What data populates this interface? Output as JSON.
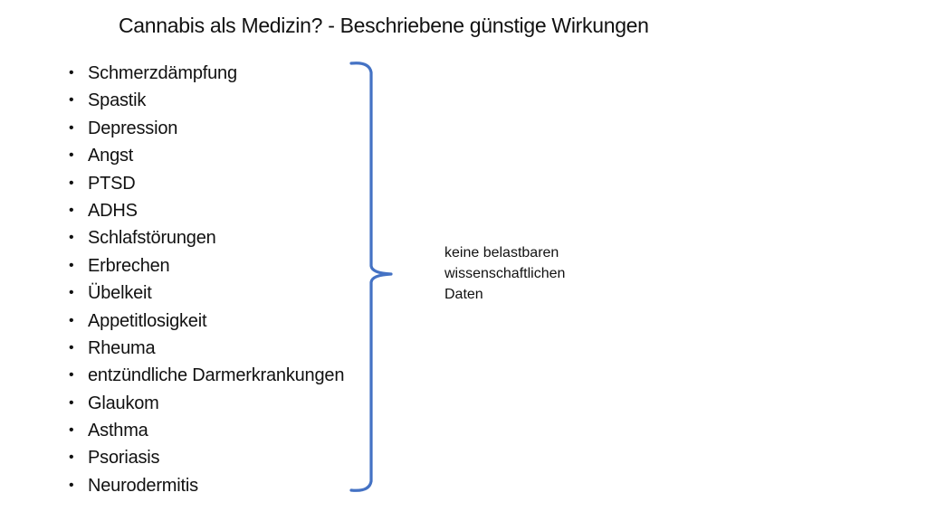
{
  "slide": {
    "title": "Cannabis als Medizin? - Beschriebene günstige Wirkungen",
    "bullet_char": "•",
    "items": [
      "Schmerzdämpfung",
      "Spastik",
      "Depression",
      "Angst",
      "PTSD",
      "ADHS",
      "Schlafstörungen",
      "Erbrechen",
      "Übelkeit",
      "Appetitlosigkeit",
      "Rheuma",
      "entzündliche Darmerkrankungen",
      "Glaukom",
      "Asthma",
      "Psoriasis",
      "Neurodermitis"
    ],
    "annotation": "keine belastbaren wissenschaftlichen Daten",
    "brace_color": "#4472C4"
  }
}
